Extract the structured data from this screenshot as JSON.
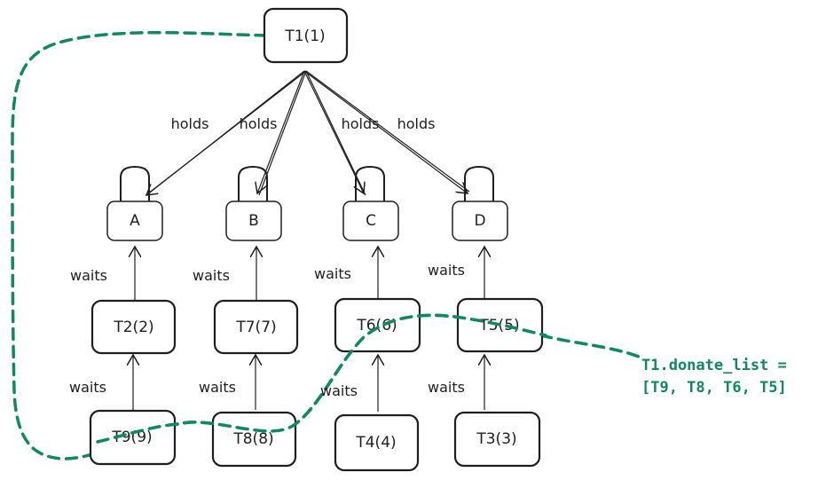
{
  "colors": {
    "ink": "#1e1e1e",
    "accent": "#0e8a5f"
  },
  "threads": {
    "t1": "T1(1)",
    "t2": "T2(2)",
    "t7": "T7(7)",
    "t6": "T6(6)",
    "t5": "T5(5)",
    "t9": "T9(9)",
    "t8": "T8(8)",
    "t4": "T4(4)",
    "t3": "T3(3)"
  },
  "locks": {
    "a": "A",
    "b": "B",
    "c": "C",
    "d": "D"
  },
  "edges": {
    "holds": "holds",
    "waits": "waits"
  },
  "note": {
    "line1": "T1.donate_list =",
    "line2": "[T9, T8, T6, T5]"
  }
}
